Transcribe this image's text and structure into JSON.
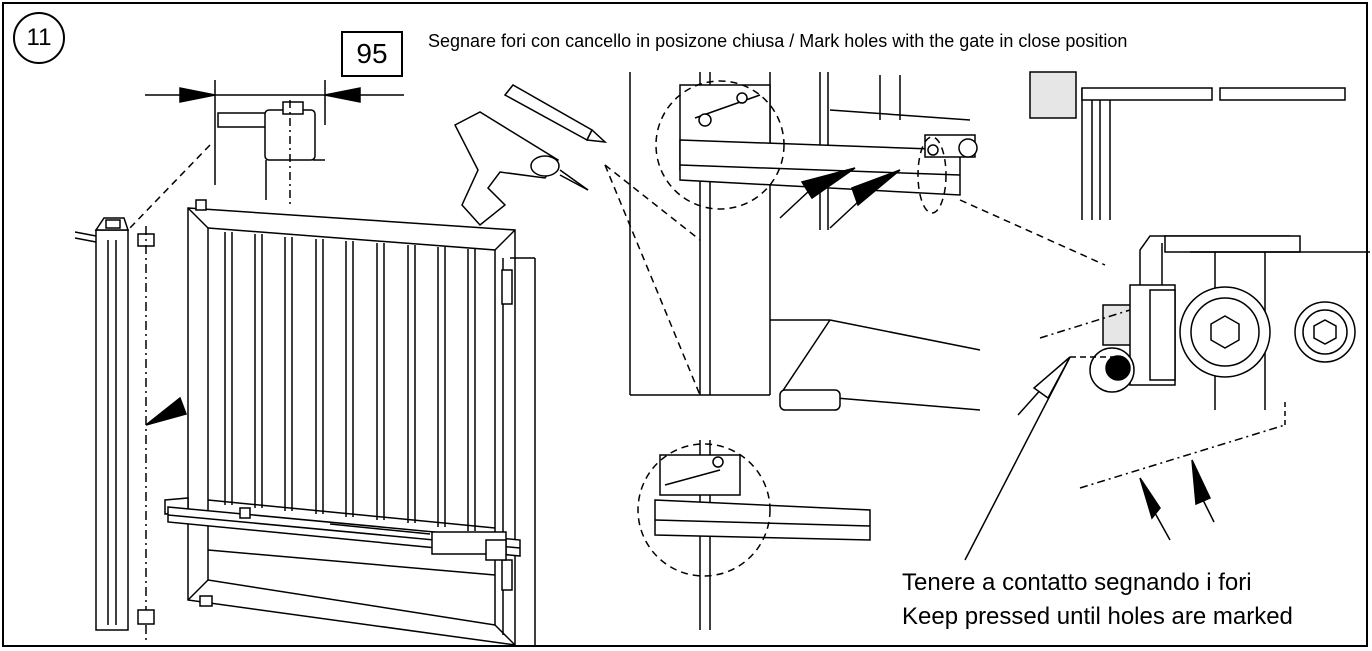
{
  "step": {
    "number": "11"
  },
  "dimension": {
    "value": "95"
  },
  "instruction": "Segnare fori con cancello in posizone chiusa / Mark holes with the gate in close position",
  "note": {
    "line1": "Tenere a  contatto segnando i fori",
    "line2": "Keep pressed until holes are marked"
  },
  "colors": {
    "ink": "#000000",
    "paper": "#ffffff",
    "shade": "#e6e6e6"
  },
  "icons": [
    "pencil-icon",
    "drill-icon"
  ]
}
